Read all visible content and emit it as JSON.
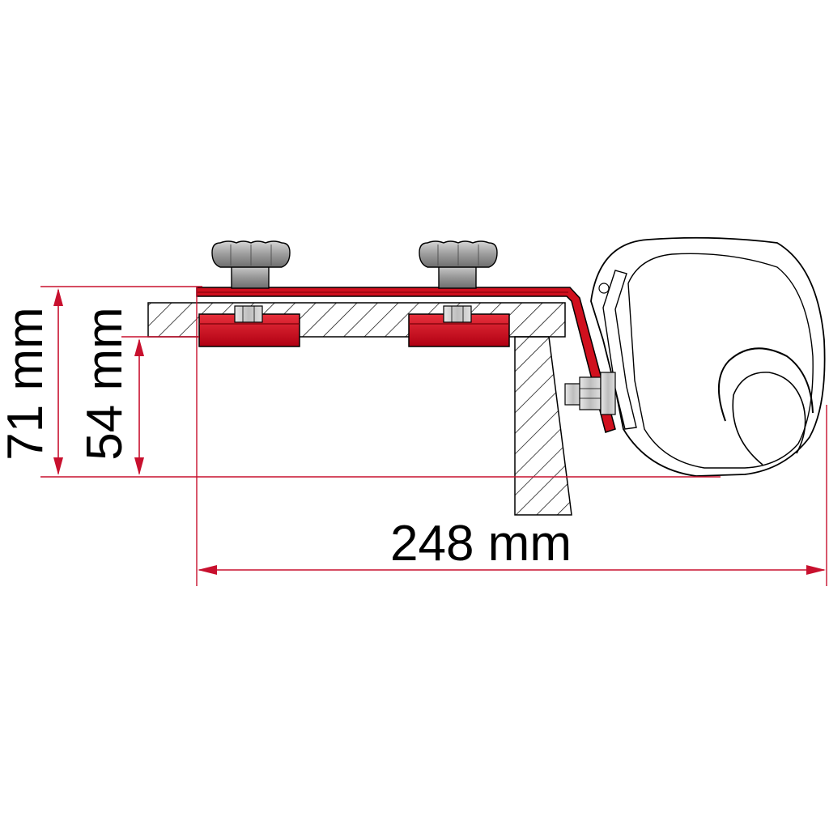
{
  "dimensions": {
    "overall_height": "71 mm",
    "inner_height": "54 mm",
    "width": "248 mm"
  },
  "colors": {
    "dimension_line": "#c8102e",
    "bracket_red": "#d0101e",
    "knob_gray": "#9a9a9a",
    "outline": "#000000",
    "awning_fill": "#ffffff"
  }
}
